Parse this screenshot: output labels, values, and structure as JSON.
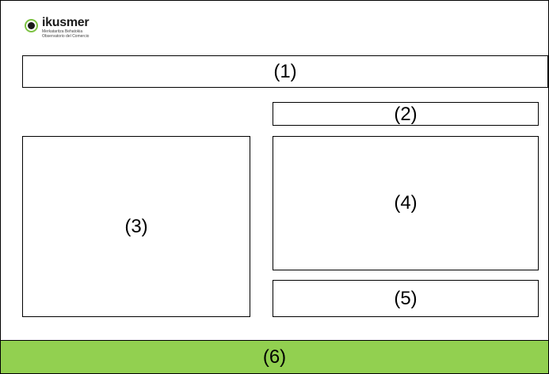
{
  "logo": {
    "name": "ikusmer",
    "subtitle_1": "Merkataritza Behatokia",
    "subtitle_2": "Observatorio del Comercio",
    "accent_color": "#7cc242"
  },
  "boxes": {
    "b1": "(1)",
    "b2": "(2)",
    "b3": "(3)",
    "b4": "(4)",
    "b5": "(5)",
    "b6": "(6)"
  },
  "footer_color": "#92d050"
}
